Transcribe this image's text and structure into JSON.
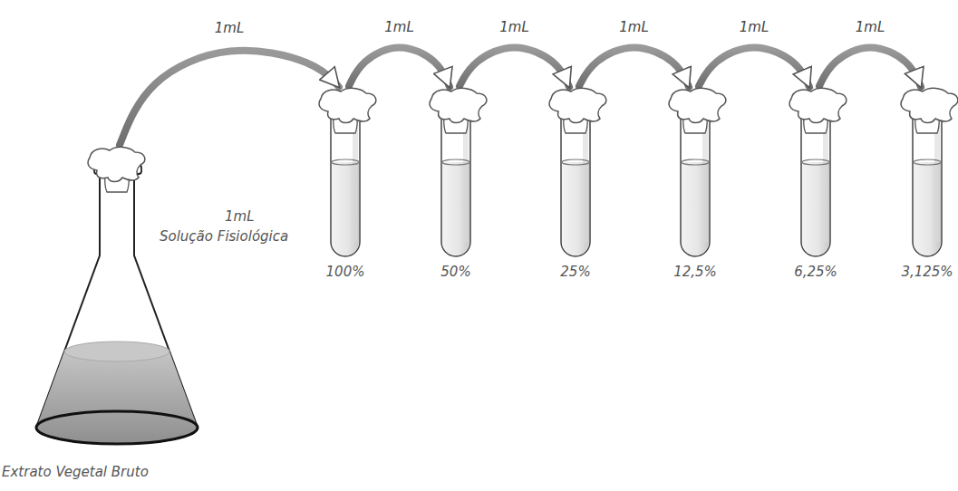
{
  "diagram": {
    "nodes": [
      {
        "text": [
          "Extrato Vegetal Bruto"
        ]
      },
      {
        "text": [
          "100%"
        ]
      },
      {
        "text": [
          "50%"
        ]
      },
      {
        "text": [
          "25%"
        ]
      },
      {
        "text": [
          "12,5%"
        ]
      },
      {
        "text": [
          "6,25%"
        ]
      },
      {
        "text": [
          "3,125%"
        ]
      }
    ],
    "edges": [
      {
        "from": 0,
        "to": 1,
        "label": "1mL",
        "arrow": "to"
      },
      {
        "from": 1,
        "to": 2,
        "label": "1mL",
        "arrow": "to"
      },
      {
        "from": 2,
        "to": 3,
        "label": "1mL",
        "arrow": "to"
      },
      {
        "from": 3,
        "to": 4,
        "label": "1mL",
        "arrow": "to"
      },
      {
        "from": 4,
        "to": 5,
        "label": "1mL",
        "arrow": "to"
      },
      {
        "from": 5,
        "to": 6,
        "label": "1mL",
        "arrow": "to"
      }
    ],
    "labels": [
      "1mL",
      "Solução Fisiológica"
    ]
  }
}
